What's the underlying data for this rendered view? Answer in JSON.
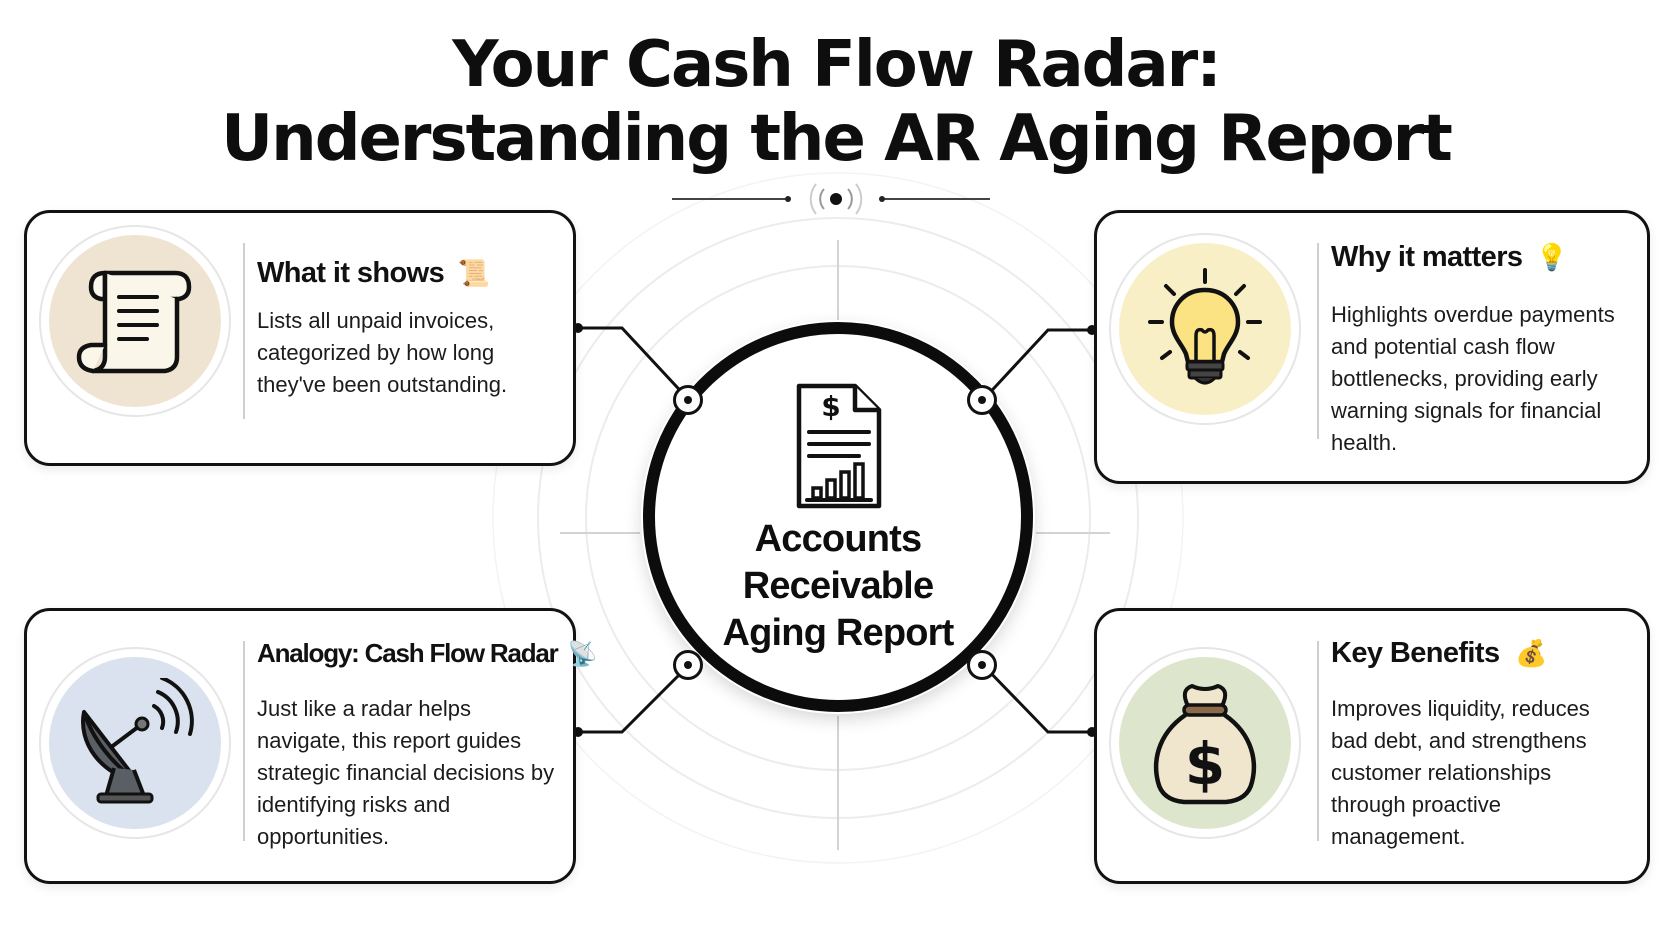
{
  "title": {
    "line1": "Your Cash Flow Radar:",
    "line2": "Understanding the AR Aging Report"
  },
  "center": {
    "line1": "Accounts",
    "line2": "Receivable",
    "line3": "Aging Report",
    "icon": "invoice-chart-icon"
  },
  "cards": {
    "what": {
      "title": "What it shows",
      "text": "Lists all unpaid invoices, categorized by how long they've been outstanding.",
      "icon": "scroll-icon",
      "emoji": "📜",
      "accent": "#efe4d2"
    },
    "why": {
      "title": "Why it matters",
      "text": "Highlights overdue payments and potential cash flow bottlenecks, providing early warning signals for financial health.",
      "icon": "lightbulb-icon",
      "emoji": "💡",
      "accent": "#f9efc6"
    },
    "analogy": {
      "title": "Analogy: Cash Flow Radar",
      "text": "Just like a radar helps navigate, this report guides strategic financial decisions by identifying risks and opportunities.",
      "icon": "satellite-dish-icon",
      "emoji": "📡",
      "accent": "#d9e2ee"
    },
    "benefits": {
      "title": "Key Benefits",
      "text": "Improves liquidity, reduces bad debt, and strengthens customer relationships through proactive management.",
      "icon": "money-bag-icon",
      "emoji": "💰",
      "accent": "#dde6cd"
    }
  }
}
